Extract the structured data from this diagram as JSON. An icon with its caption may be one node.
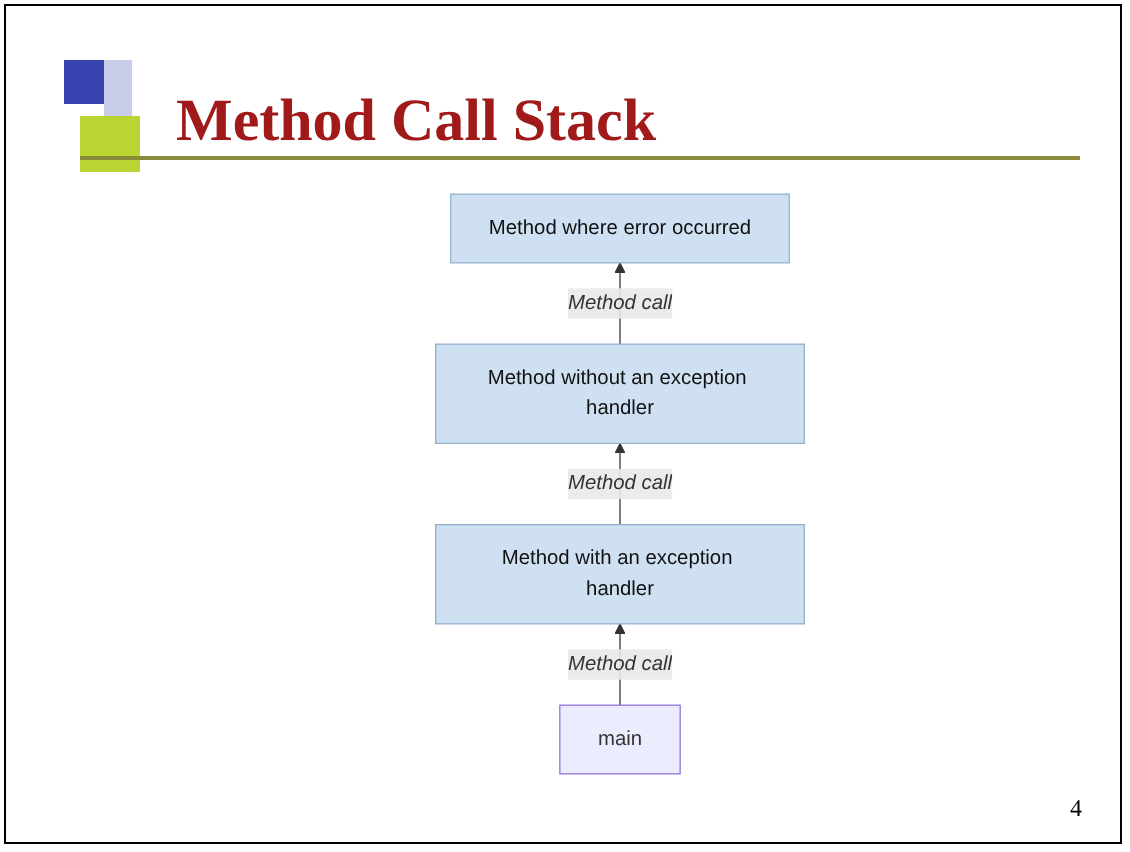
{
  "diagram": {
    "title": "Method Call Stack",
    "nodes": [
      {
        "text": [
          "Method where error occurred"
        ]
      },
      {
        "text": [
          "Method without an exception handler"
        ]
      },
      {
        "text": [
          "Method with an exception handler"
        ]
      },
      {
        "text": [
          "main"
        ]
      }
    ],
    "edges": [
      {
        "from": 1,
        "to": 0,
        "arrow": "to",
        "label": "Method call"
      },
      {
        "from": 2,
        "to": 1,
        "arrow": "to",
        "label": "Method call"
      },
      {
        "from": 3,
        "to": 2,
        "arrow": "to",
        "label": "Method call"
      }
    ],
    "labels": [
      "4"
    ]
  }
}
